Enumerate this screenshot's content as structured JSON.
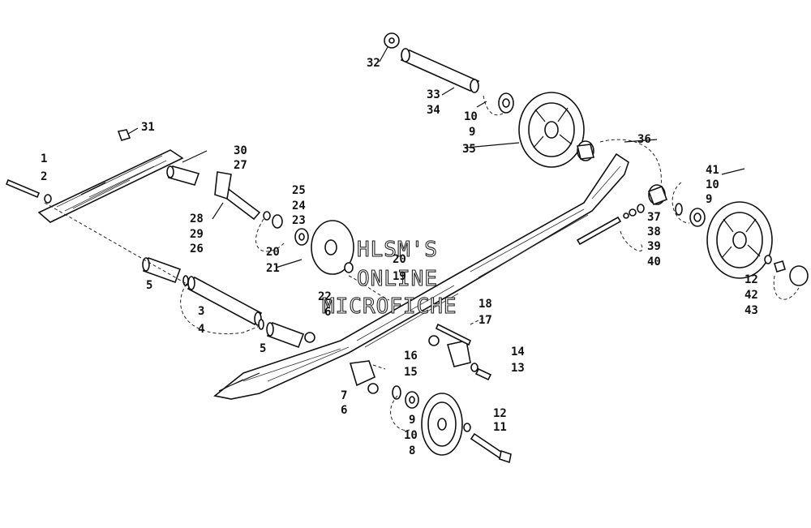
{
  "watermark": {
    "line1": "HLSM'S",
    "line2": "ONLINE",
    "line3": "MICROFICHE"
  },
  "labels": [
    {
      "text": "32"
    },
    {
      "text": "33"
    },
    {
      "text": "34"
    },
    {
      "text": "10"
    },
    {
      "text": "9"
    },
    {
      "text": "35"
    },
    {
      "text": "36"
    },
    {
      "text": "31"
    },
    {
      "text": "30"
    },
    {
      "text": "27"
    },
    {
      "text": "1"
    },
    {
      "text": "2"
    },
    {
      "text": "28"
    },
    {
      "text": "29"
    },
    {
      "text": "26"
    },
    {
      "text": "25"
    },
    {
      "text": "24"
    },
    {
      "text": "23"
    },
    {
      "text": "20"
    },
    {
      "text": "21"
    },
    {
      "text": "5"
    },
    {
      "text": "22"
    },
    {
      "text": "20"
    },
    {
      "text": "19"
    },
    {
      "text": "3"
    },
    {
      "text": "4"
    },
    {
      "text": "6"
    },
    {
      "text": "18"
    },
    {
      "text": "17"
    },
    {
      "text": "5"
    },
    {
      "text": "16"
    },
    {
      "text": "15"
    },
    {
      "text": "14"
    },
    {
      "text": "13"
    },
    {
      "text": "7"
    },
    {
      "text": "6"
    },
    {
      "text": "9"
    },
    {
      "text": "10"
    },
    {
      "text": "8"
    },
    {
      "text": "12"
    },
    {
      "text": "11"
    },
    {
      "text": "41"
    },
    {
      "text": "10"
    },
    {
      "text": "9"
    },
    {
      "text": "37"
    },
    {
      "text": "38"
    },
    {
      "text": "39"
    },
    {
      "text": "40"
    },
    {
      "text": "12"
    },
    {
      "text": "42"
    },
    {
      "text": "43"
    }
  ]
}
